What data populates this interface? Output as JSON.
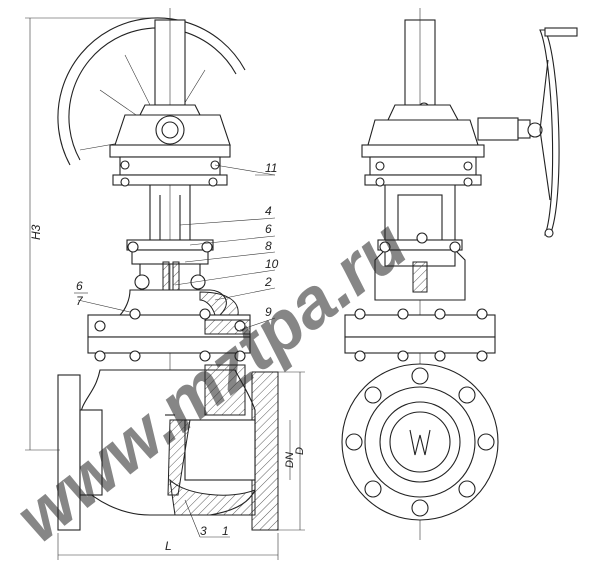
{
  "drawing": {
    "callouts": {
      "c11": "11",
      "c4": "4",
      "c6": "6",
      "c8": "8",
      "c10": "10",
      "c2": "2",
      "c9": "9",
      "c67_num": "6",
      "c67_den": "7",
      "c3": "3",
      "c1": "1"
    },
    "dimensions": {
      "height": "H3",
      "length": "L",
      "dn": "DN",
      "d": "D"
    },
    "watermark": "www.mztpa.ru"
  }
}
